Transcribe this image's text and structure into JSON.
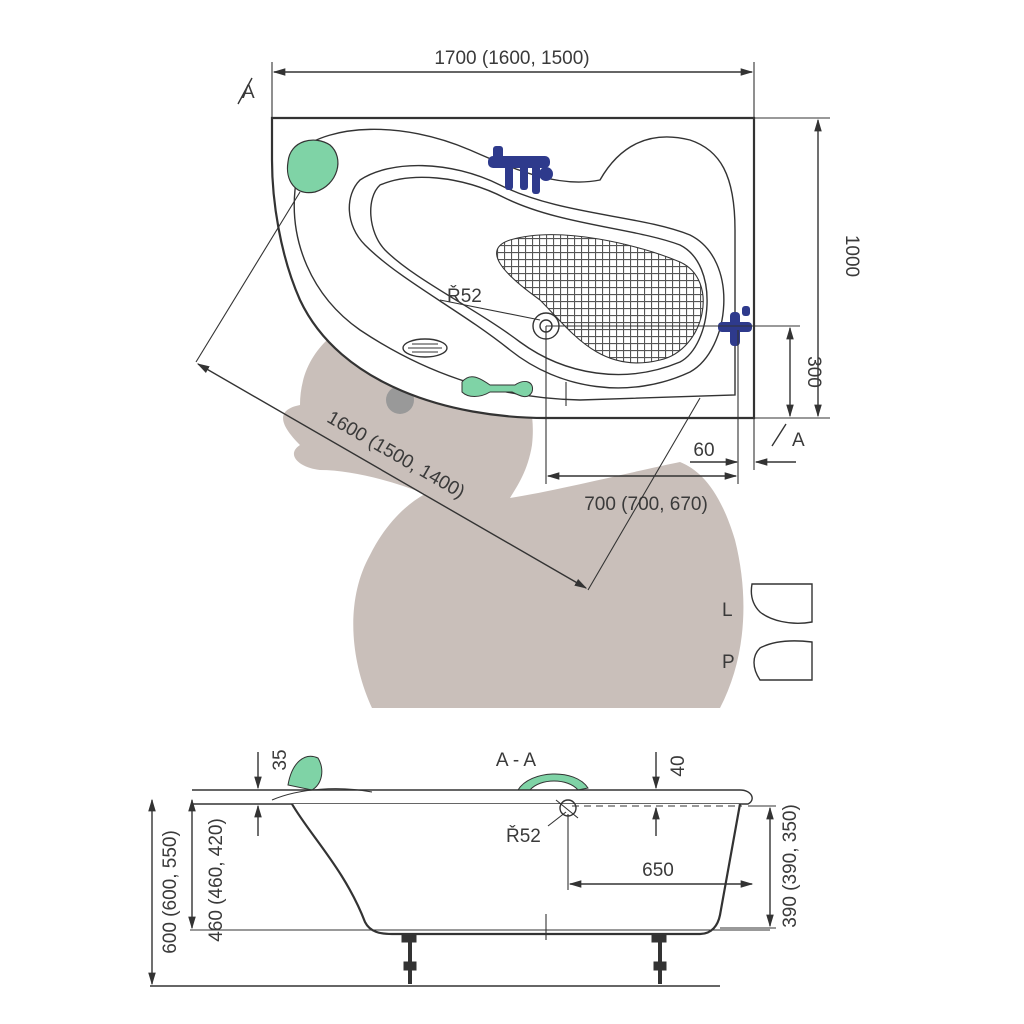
{
  "labels": {
    "width_top": "1700 (1600, 1500)",
    "height_right": "1000",
    "diagonal": "1600 (1500, 1400)",
    "radius_top": "Ř52",
    "drain_offset": "300",
    "gap_60": "60",
    "width_bottom": "700 (700, 670)",
    "section_mark_top": "A",
    "section_mark_bottom": "A",
    "variant_left": "L",
    "variant_right": "P",
    "section_title": "A - A",
    "rim_35": "35",
    "rim_40": "40",
    "radius_section": "Ř52",
    "length_650": "650",
    "height_total": "600 (600, 550)",
    "height_inner": "460 (460, 420)",
    "height_390": "390 (390, 350)"
  },
  "colors": {
    "headrest": "#7fd3a6",
    "tap": "#2e3a8c",
    "duck": "#c9bfba",
    "mat": "#555555"
  }
}
